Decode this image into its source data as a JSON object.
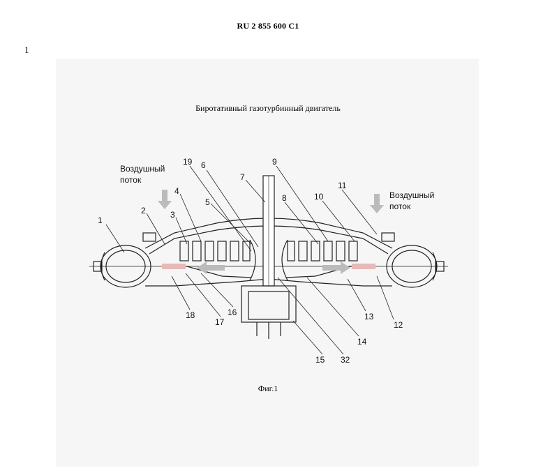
{
  "header": {
    "patent": "RU    2 855 600  C1"
  },
  "page_number": "1",
  "figure": {
    "title": "Биротативный газотурбинный двигатель",
    "caption": "Фиг.1",
    "airflow_label_left": [
      "Воздушный",
      "поток"
    ],
    "airflow_label_right": [
      "Воздушный",
      "поток"
    ],
    "part_numbers": [
      "1",
      "2",
      "3",
      "4",
      "5",
      "6",
      "7",
      "8",
      "9",
      "10",
      "11",
      "12",
      "13",
      "14",
      "15",
      "16",
      "17",
      "18",
      "19",
      "32"
    ]
  }
}
